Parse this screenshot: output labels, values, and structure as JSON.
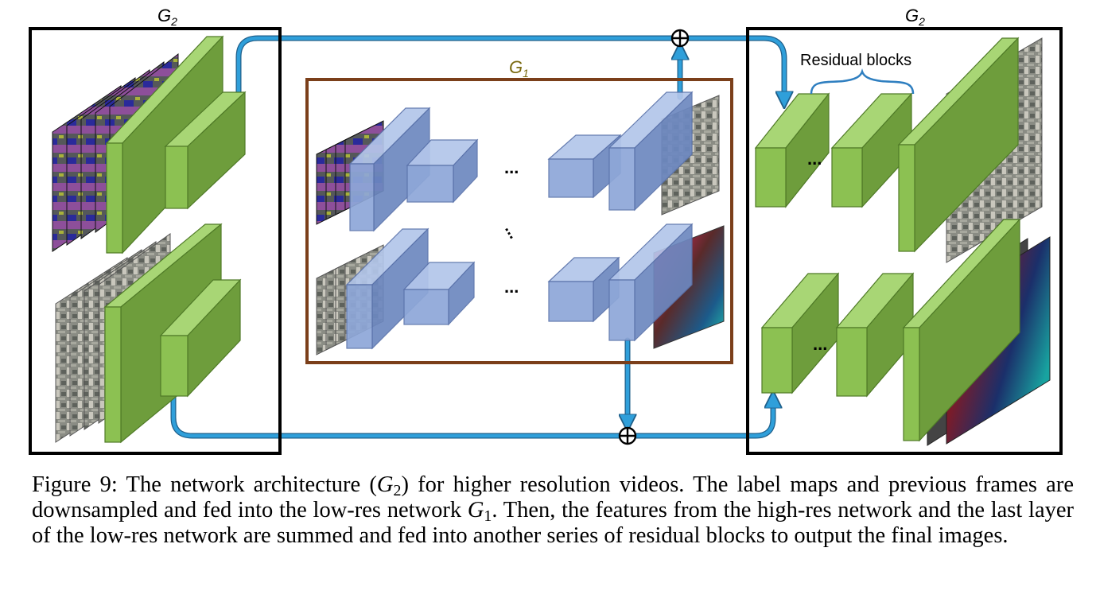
{
  "diagram": {
    "left_block_label": "G",
    "left_block_label_sub": "2",
    "right_block_label": "G",
    "right_block_label_sub": "2",
    "inner_block_label": "G",
    "inner_block_label_sub": "1",
    "residual_blocks_label": "Residual blocks",
    "ellipsis": "...",
    "vertical_ellipsis": "...",
    "sum_symbol": "⊕",
    "colors": {
      "green_front": "#8cc152",
      "green_side": "#6e9d3c",
      "green_top": "#a8d675",
      "green_edge": "#4f7a27",
      "blue_front": "#8ea7d8",
      "blue_side": "#6d88c0",
      "blue_top": "#b3c6ea",
      "blue_edge": "#5a72aa",
      "arrow": "#2f9fda",
      "arrow_edge": "#1f5f8a",
      "g1_frame": "#7b3f1a",
      "g1_label": "#7a6a10",
      "frame": "#000000"
    }
  },
  "caption": {
    "label": "Figure 9:",
    "text_before_g2": "The network architecture (",
    "g2": "G",
    "g2_sub": "2",
    "text_after_g2": ") for higher resolution videos. The label maps and previous frames are downsampled and fed into the low-res network ",
    "g1": "G",
    "g1_sub": "1",
    "text_after_g1": ". Then, the features from the high-res network and the last layer of the low-res network are summed and fed into another series of residual blocks to output the final images."
  }
}
